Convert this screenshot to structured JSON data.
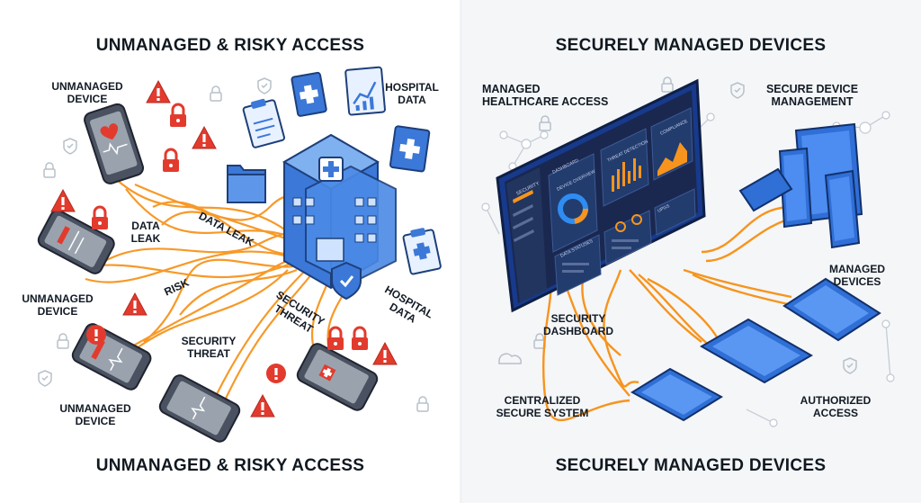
{
  "left": {
    "title_top": "UNMANAGED & RISKY ACCESS",
    "title_bottom": "UNMANAGED & RISKY ACCESS",
    "labels": {
      "unmanaged_device_1": "UNMANAGED\nDEVICE",
      "unmanaged_device_2": "UNMANAGED\nDEVICE",
      "unmanaged_device_3": "UNMANAGED\nDEVICE",
      "data_leak_1": "DATA\nLEAK",
      "data_leak_2": "DATA LEAK",
      "risk": "RISK",
      "security_threat_1": "SECURITY\nTHREAT",
      "security_threat_2": "SECURITY\nTHREAT",
      "hospital_data_1": "HOSPITAL\nDATA",
      "hospital_data_2": "HOSPITAL\nDATA"
    }
  },
  "right": {
    "title_top": "SECURELY MANAGED DEVICES",
    "title_bottom": "SECURELY MANAGED DEVICES",
    "labels": {
      "managed_healthcare_access": "MANAGED\nHEALTHCARE ACCESS",
      "secure_device_management": "SECURE DEVICE\nMANAGEMENT",
      "managed_devices": "MANAGED\nDEVICES",
      "security_dashboard": "SECURITY\nDASHBOARD",
      "centralized_secure_system": "CENTRALIZED\nSECURE SYSTEM",
      "authorized_access": "AUTHORIZED\nACCESS"
    },
    "dashboard": {
      "sidebar_title": "SECURITY",
      "header_1": "DASHBOARD",
      "header_2": "DEVICE OVERVIEW",
      "header_3": "THREAT DETECTION",
      "header_4": "COMPLIANCE",
      "header_5": "DATA STATUSES",
      "header_6": "UPGS"
    }
  },
  "colors": {
    "orange_flow": "#f7941d",
    "alert_red": "#e23b2e",
    "device_blue": "#2f6fd6",
    "dark_navy": "#1b2b4a",
    "phone_gray": "#6b7280"
  }
}
